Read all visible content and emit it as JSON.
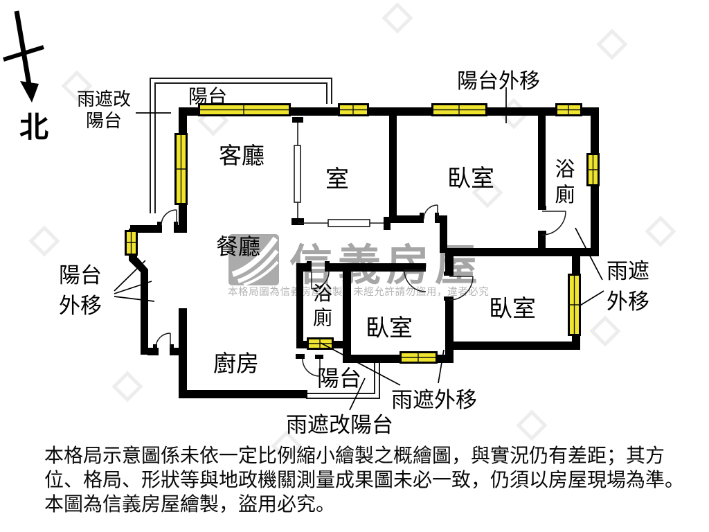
{
  "colors": {
    "wall_black": "#000000",
    "window_yellow": "#f0e52e",
    "watermark_gray": "#a6a6a6",
    "watermark_sub_gray": "#b4b4b4",
    "text_black": "#000000"
  },
  "north": {
    "label": "北"
  },
  "rooms": [
    {
      "name": "balcony-top",
      "text": "陽台"
    },
    {
      "name": "living-room",
      "text": "客廳"
    },
    {
      "name": "den",
      "text": "室"
    },
    {
      "name": "bedroom-a",
      "text": "臥室"
    },
    {
      "name": "bathroom-a",
      "text": "浴廁"
    },
    {
      "name": "dining-room",
      "text": "餐廳"
    },
    {
      "name": "bathroom-b",
      "text": "浴廁"
    },
    {
      "name": "bedroom-b",
      "text": "臥室"
    },
    {
      "name": "bedroom-c",
      "text": "臥室"
    },
    {
      "name": "kitchen",
      "text": "廚房"
    },
    {
      "name": "balcony-bottom",
      "text": "陽台"
    }
  ],
  "annotations": [
    {
      "name": "rain-awning-to-balcony-top",
      "text": "雨遮改陽台"
    },
    {
      "name": "balcony-moved-out-top",
      "text": "陽台外移"
    },
    {
      "name": "balcony-moved-out-left",
      "text": "陽台外移"
    },
    {
      "name": "rain-awning-moved-out-right",
      "text": "雨遮外移"
    },
    {
      "name": "rain-awning-moved-out-bottom",
      "text": "雨遮外移"
    },
    {
      "name": "rain-awning-to-balcony-bottom",
      "text": "雨遮改陽台"
    }
  ],
  "watermark": {
    "brand": "信義房屋",
    "notice": "本格局圖為信義房屋繪製，未經允許請勿盜用，違者必究"
  },
  "disclaimer": {
    "lines": [
      "本格局示意圖係未依一定比例縮小繪製之概繪圖，與實況仍有差距；其方",
      "位、格局、形狀等與地政機關測量成果圖未必一致，仍須以房屋現場為準。",
      "本圖為信義房屋繪製，盜用必究。"
    ]
  }
}
